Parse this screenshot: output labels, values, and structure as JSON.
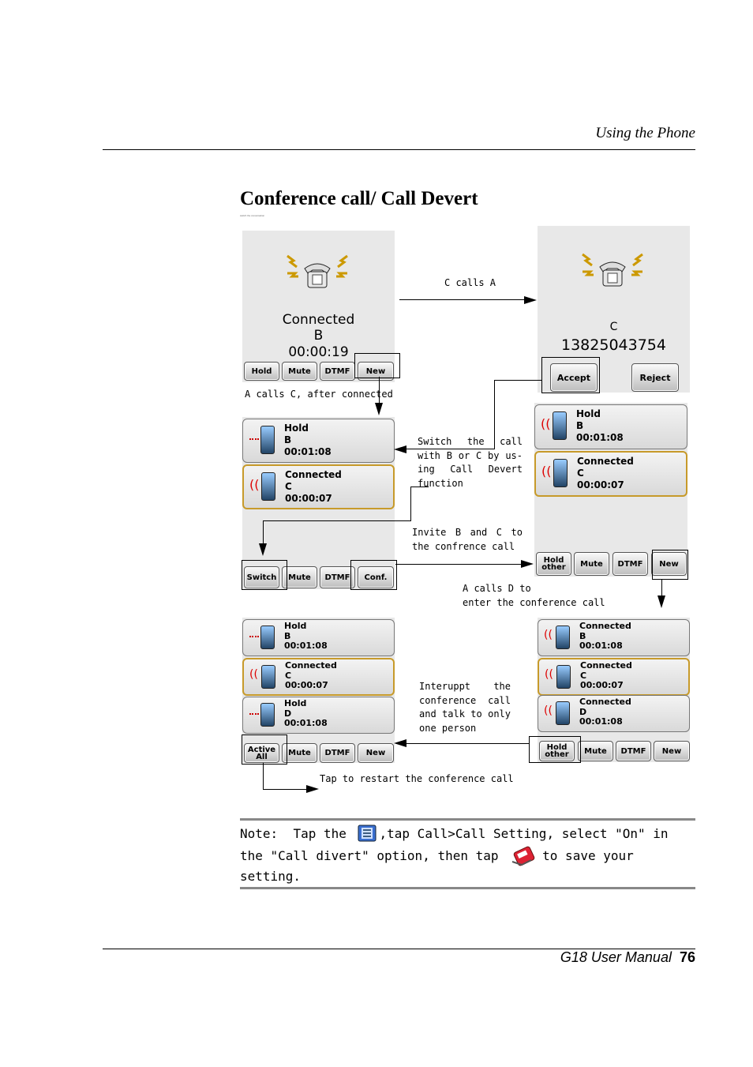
{
  "header": {
    "title": "Using the Phone"
  },
  "section": {
    "title": "Conference call/ Call Devert",
    "tiny_text": "switch the conversation"
  },
  "screens": {
    "s1": {
      "status": "Connected",
      "name": "B",
      "time": "00:00:19",
      "buttons": [
        "Hold",
        "Mute",
        "DTMF",
        "New"
      ]
    },
    "s2": {
      "name": "C",
      "number": "13825043754",
      "accept": "Accept",
      "reject": "Reject"
    },
    "s3": {
      "cards": [
        {
          "state": "Hold",
          "name": "B",
          "time": "00:01:08"
        },
        {
          "state": "Connected",
          "name": "C",
          "time": "00:00:07"
        }
      ],
      "buttons": [
        "Switch",
        "Mute",
        "DTMF",
        "Conf."
      ]
    },
    "s4": {
      "cards": [
        {
          "state": "Hold",
          "name": "B",
          "time": "00:01:08"
        },
        {
          "state": "Connected",
          "name": "C",
          "time": "00:00:07"
        }
      ],
      "buttons": [
        "Hold other",
        "Mute",
        "DTMF",
        "New"
      ]
    },
    "s5": {
      "cards": [
        {
          "state": "Hold",
          "name": "B",
          "time": "00:01:08"
        },
        {
          "state": "Connected",
          "name": "C",
          "time": "00:00:07"
        },
        {
          "state": "Hold",
          "name": "D",
          "time": "00:01:08"
        }
      ],
      "buttons": [
        "Active All",
        "Mute",
        "DTMF",
        "New"
      ]
    },
    "s6": {
      "cards": [
        {
          "state": "Connected",
          "name": "B",
          "time": "00:01:08"
        },
        {
          "state": "Connected",
          "name": "C",
          "time": "00:00:07"
        },
        {
          "state": "Connected",
          "name": "D",
          "time": "00:01:08"
        }
      ],
      "buttons": [
        "Hold other",
        "Mute",
        "DTMF",
        "New"
      ]
    }
  },
  "labels": {
    "c_calls_a": "C calls A",
    "a_calls_c": "A calls C, after connected",
    "switch_lines": [
      "Switch the call",
      "with B or C by us-",
      "ing Call Devert",
      "function"
    ],
    "invite_lines": [
      "Invite B and C to",
      "the confrence call"
    ],
    "a_calls_d_lines": [
      "A calls D to",
      "enter the conference call"
    ],
    "interrupt_lines": [
      "Interuppt the",
      "conference call",
      "and talk to only",
      "one person"
    ],
    "restart": "Tap to restart the conference call"
  },
  "note": {
    "label": "Note:",
    "text1": "Tap the",
    "text2": ",tap Call>Call Setting, select \"On\" in the \"Call divert\" option, then tap",
    "text3": "to save your setting."
  },
  "footer": {
    "manual": "G18 User Manual",
    "page": "76"
  },
  "icons": [
    "ringing-phone-icon",
    "mobile-phone-icon",
    "settings-list-icon",
    "save-icon"
  ],
  "colors": {
    "active_border": "#c79a2a",
    "screen_bg": "#e8e8e8"
  }
}
